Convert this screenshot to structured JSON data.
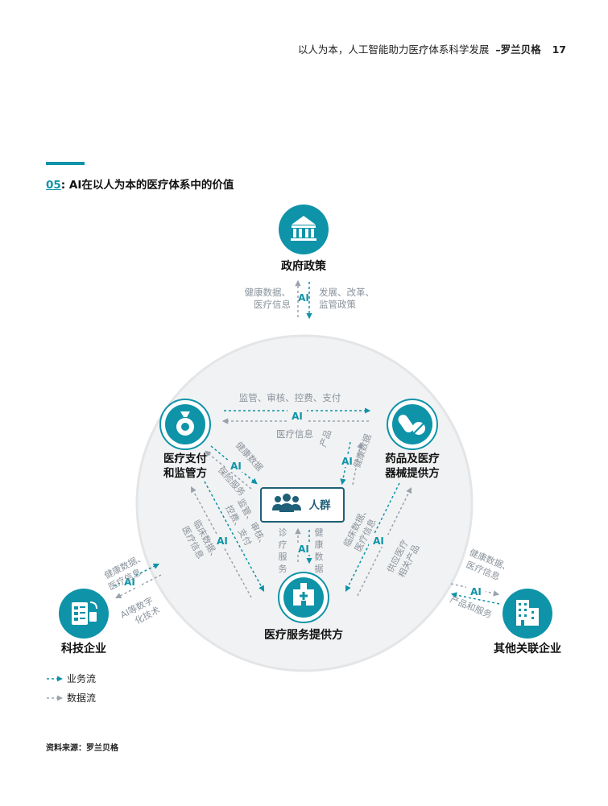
{
  "header": {
    "title": "以人为本，人工智能助力医疗体系科学发展",
    "brand": "罗兰贝格",
    "dash": "–",
    "page_number": "17"
  },
  "figure": {
    "number": "05",
    "title": ": AI在以人为本的医疗体系中的价值"
  },
  "colors": {
    "teal": "#0e93a8",
    "gray": "#9aa3ad",
    "circle_bg": "#f1f2f3"
  },
  "nodes": {
    "government": {
      "label": "政府政策",
      "icon": "government-building-icon"
    },
    "payer": {
      "line1": "医疗支付",
      "line2": "和监管方",
      "icon": "money-bag-icon"
    },
    "pharma": {
      "line1": "药品及医疗",
      "line2": "器械提供方",
      "icon": "pill-capsule-icon"
    },
    "people": {
      "label": "人群",
      "icon": "people-group-icon"
    },
    "provider": {
      "label": "医疗服务提供方",
      "icon": "hospital-icon"
    },
    "tech": {
      "label": "科技企业",
      "icon": "tech-device-icon"
    },
    "other": {
      "label": "其他关联企业",
      "icon": "office-building-icon"
    }
  },
  "flows": {
    "ai": "AI",
    "gov_left_1": "健康数据、",
    "gov_left_2": "医疗信息",
    "gov_right_1": "发展、改革、",
    "gov_right_2": "监管政策",
    "payer_pharma_top": "监管、审核、控费、支付",
    "payer_pharma_bottom": "医疗信息",
    "payer_people_a": "健康数据",
    "payer_people_b": "保险服务",
    "pharma_people_a": "产品",
    "pharma_people_b": "健康数据",
    "payer_provider_1": "监管、审核、",
    "payer_provider_2": "控费、支付",
    "payer_provider_3": "临床数据、",
    "payer_provider_4": "医疗信息",
    "people_provider_left": [
      "诊",
      "疗",
      "服",
      "务"
    ],
    "people_provider_right": [
      "健",
      "康",
      "数",
      "据"
    ],
    "pharma_provider_1": "临床数据、",
    "pharma_provider_2": "医疗信息",
    "pharma_provider_3": "供应医疗",
    "pharma_provider_4": "相关产品",
    "tech_1": "健康数据、",
    "tech_2": "医疗信息",
    "tech_3": "AI等数字",
    "tech_4": "化技术",
    "other_1": "健康数据、",
    "other_2": "医疗信息",
    "other_3": "产品和服务"
  },
  "legend": {
    "business": "业务流",
    "data": "数据流"
  },
  "source": "资料来源：罗兰贝格"
}
